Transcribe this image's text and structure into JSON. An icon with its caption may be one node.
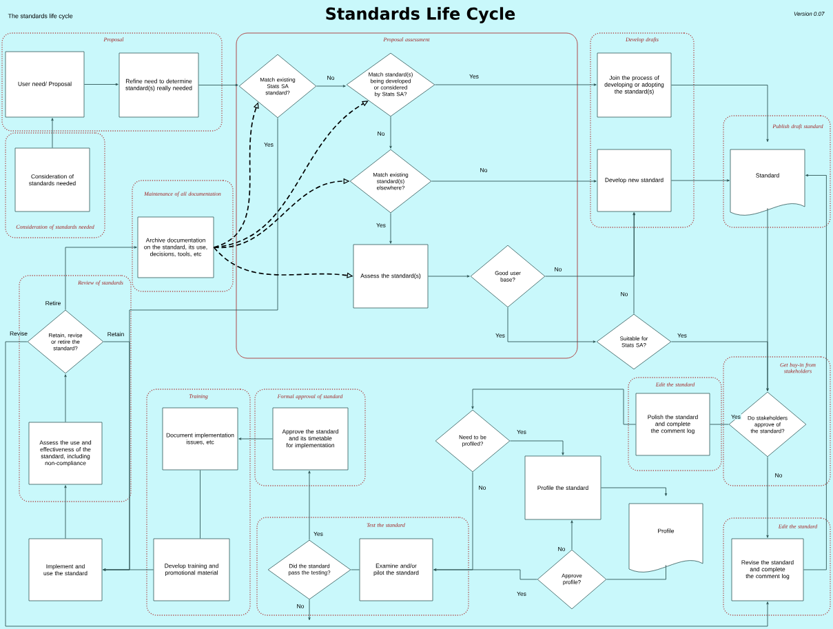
{
  "diagram": {
    "title": "Standards Life Cycle",
    "nodes": [
      {
        "text": [
          "Proposal"
        ]
      },
      {
        "text": [
          "Consideration of standards needed"
        ]
      },
      {
        "text": [
          "Maintenance of all documentation"
        ]
      },
      {
        "text": [
          "Proposal assessment"
        ]
      },
      {
        "text": [
          "Develop drafts"
        ]
      },
      {
        "text": [
          "Publish draft standard"
        ]
      },
      {
        "text": [
          "Review of standards"
        ]
      },
      {
        "text": [
          "Training"
        ]
      },
      {
        "text": [
          "Formal approval of standard"
        ]
      },
      {
        "text": [
          "Test the standard"
        ]
      },
      {
        "text": [
          "Edit the standard"
        ]
      },
      {
        "text": [
          "Get buy-in from stakeholders"
        ]
      },
      {
        "text": [
          "Edit the standard"
        ]
      },
      {
        "text": [
          "User need/ Proposal"
        ],
        "in": 0
      },
      {
        "text": [
          "Refine need to determine standard(s) really needed"
        ],
        "in": 0
      },
      {
        "text": [
          "Match existing Stats SA standard?"
        ],
        "in": 3
      },
      {
        "text": [
          "Match standard(s) being developed or considered by Stats SA?"
        ],
        "in": 3
      },
      {
        "text": [
          "Join the process of developing or adopting the standard(s)"
        ],
        "in": 4
      },
      {
        "text": [
          "Consideration of standards needed"
        ],
        "in": 1
      },
      {
        "text": [
          "Match existing standard(s) elsewhere?"
        ],
        "in": 3
      },
      {
        "text": [
          "Develop new standard"
        ],
        "in": 4
      },
      {
        "text": [
          "Standard"
        ],
        "in": 5
      },
      {
        "text": [
          "Archive documentation on the standard, its use, decisions, tools, etc"
        ],
        "in": 2
      },
      {
        "text": [
          "Assess the standard(s)"
        ],
        "in": 3
      },
      {
        "text": [
          "Good user base?"
        ],
        "in": 3
      },
      {
        "text": [
          "Retain, revise or retire the standard?"
        ],
        "in": 6
      },
      {
        "text": [
          "Suitable for Stats SA?"
        ]
      },
      {
        "text": [
          "Polish the standard and complete the comment log"
        ],
        "in": 10
      },
      {
        "text": [
          "Need to be profiled?"
        ]
      },
      {
        "text": [
          "Do stakeholders approve of the standard?"
        ],
        "in": 11
      },
      {
        "text": [
          "Document implementation issues, etc"
        ],
        "in": 7
      },
      {
        "text": [
          "Approve the standard and its timetable for implementation"
        ],
        "in": 8
      },
      {
        "text": [
          "Assess the use and effectiveness of the standard, including non-compliance"
        ],
        "in": 6
      },
      {
        "text": [
          "Profile the standard"
        ]
      },
      {
        "text": [
          "Profile"
        ]
      },
      {
        "text": [
          "Implement and use the standard"
        ]
      },
      {
        "text": [
          "Develop training and promotional material"
        ],
        "in": 7
      },
      {
        "text": [
          "Did the standard pass the testing?"
        ],
        "in": 9
      },
      {
        "text": [
          "Examine and/or pilot the standard"
        ],
        "in": 9
      },
      {
        "text": [
          "Approve profile?"
        ]
      },
      {
        "text": [
          "Revise the standard and complete the comment log"
        ],
        "in": 12
      }
    ],
    "edges": [
      {
        "from": 13,
        "to": 14,
        "arrow": "to"
      },
      {
        "from": 14,
        "to": 15,
        "arrow": "to"
      },
      {
        "from": 18,
        "to": 13,
        "arrow": "to"
      },
      {
        "from": 15,
        "to": 16,
        "arrow": "to",
        "label": "No"
      },
      {
        "from": 16,
        "to": 17,
        "arrow": "to",
        "label": "Yes"
      },
      {
        "from": 16,
        "to": 19,
        "arrow": "to",
        "label": "No"
      },
      {
        "from": 19,
        "to": 20,
        "arrow": "to",
        "label": "No"
      },
      {
        "from": 19,
        "to": 23,
        "arrow": "to",
        "label": "Yes"
      },
      {
        "from": 23,
        "to": 24,
        "arrow": "to"
      },
      {
        "from": 24,
        "to": 20,
        "arrow": "to",
        "label": "No"
      },
      {
        "from": 24,
        "to": 26,
        "arrow": "to",
        "label": "Yes"
      },
      {
        "from": 26,
        "to": 20,
        "arrow": "to",
        "label": "No"
      },
      {
        "from": 26,
        "to": 29,
        "arrow": "to",
        "label": "Yes"
      },
      {
        "from": 17,
        "to": 21,
        "arrow": "to"
      },
      {
        "from": 20,
        "to": 21,
        "arrow": "to"
      },
      {
        "from": 21,
        "to": 29,
        "arrow": "to"
      },
      {
        "from": 29,
        "to": 27,
        "arrow": "none",
        "label": "Yes"
      },
      {
        "from": 29,
        "to": 40,
        "arrow": "to",
        "label": "No"
      },
      {
        "from": 40,
        "to": 21,
        "arrow": "to"
      },
      {
        "from": 27,
        "to": 28,
        "arrow": "to"
      },
      {
        "from": 28,
        "to": 33,
        "arrow": "to",
        "label": "Yes"
      },
      {
        "from": 28,
        "to": 38,
        "arrow": "to",
        "label": "No"
      },
      {
        "from": 33,
        "to": 34,
        "arrow": "to"
      },
      {
        "from": 34,
        "to": 39,
        "arrow": "none"
      },
      {
        "from": 39,
        "to": 33,
        "arrow": "to",
        "label": "No"
      },
      {
        "from": 39,
        "to": 38,
        "arrow": "to",
        "label": "Yes"
      },
      {
        "from": 38,
        "to": 37,
        "arrow": "none"
      },
      {
        "from": 37,
        "to": 31,
        "arrow": "to",
        "label": "Yes"
      },
      {
        "from": 37,
        "to": null,
        "arrow": "to",
        "label": "No"
      },
      {
        "from": 31,
        "to": 30,
        "arrow": "to"
      },
      {
        "from": 30,
        "to": 36,
        "arrow": "none"
      },
      {
        "from": 36,
        "to": 35,
        "arrow": "to"
      },
      {
        "from": 35,
        "to": 32,
        "arrow": "to"
      },
      {
        "from": 32,
        "to": 25,
        "arrow": "to"
      },
      {
        "from": 25,
        "to": 22,
        "arrow": "to",
        "label": "Retire"
      },
      {
        "from": 25,
        "to": 35,
        "arrow": "to",
        "label": "Retain"
      },
      {
        "from": 15,
        "to": 35,
        "arrow": "to",
        "label": "Yes"
      },
      {
        "from": 25,
        "to": 40,
        "arrow": "to",
        "label": "Revise"
      },
      {
        "from": 22,
        "to": 15,
        "arrow": "to",
        "style": "dashed",
        "color": "#000000"
      },
      {
        "from": 22,
        "to": 16,
        "arrow": "to",
        "style": "dashed",
        "color": "#000000"
      },
      {
        "from": 22,
        "to": 19,
        "arrow": "to",
        "style": "dashed",
        "color": "#000000"
      },
      {
        "from": 22,
        "to": 23,
        "arrow": "to",
        "style": "dashed",
        "color": "#000000"
      }
    ],
    "labels": [
      "The standards life cycle",
      "Version 0.07"
    ]
  }
}
